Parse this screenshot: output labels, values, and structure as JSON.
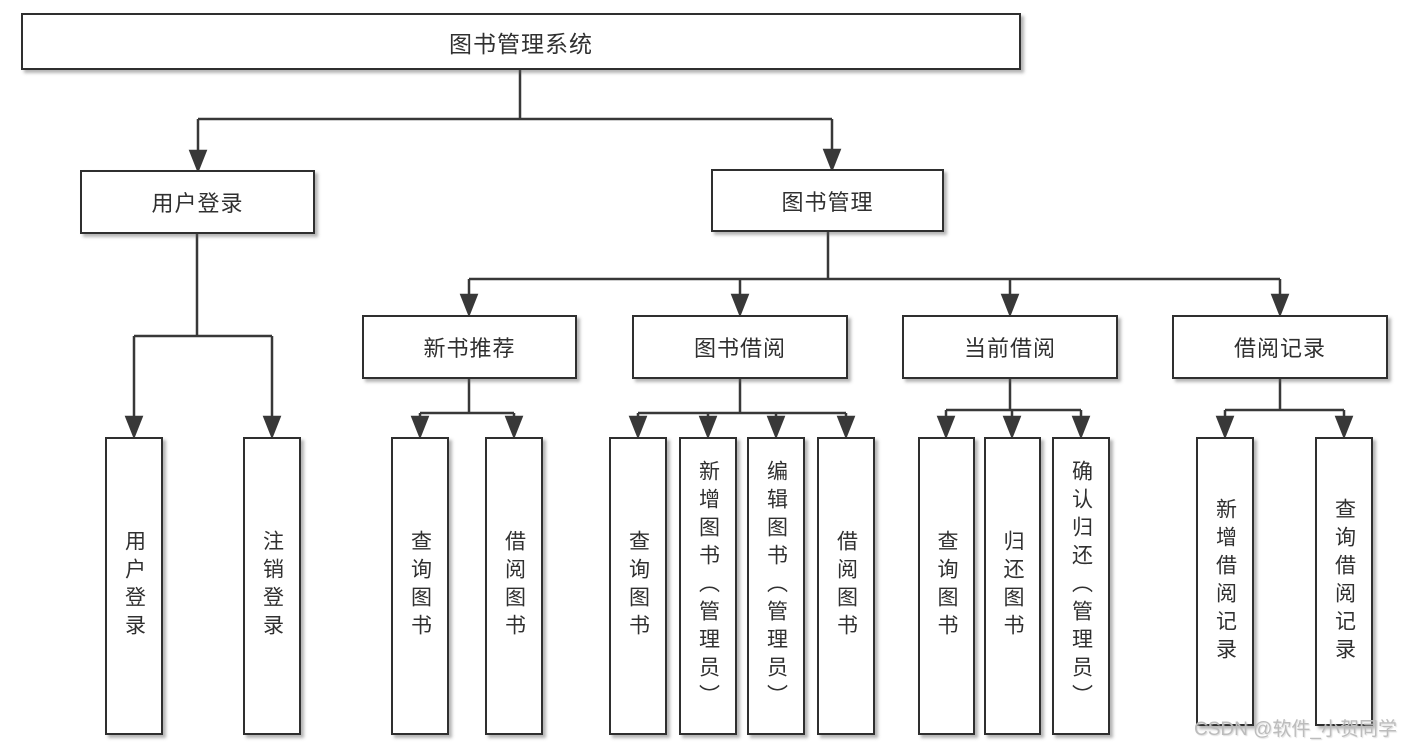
{
  "diagram": {
    "root": {
      "label": "图书管理系统"
    },
    "level2": [
      {
        "id": "user_login",
        "label": "用户登录"
      },
      {
        "id": "book_mgmt",
        "label": "图书管理"
      }
    ],
    "level3": [
      {
        "id": "new_book_rec",
        "label": "新书推荐"
      },
      {
        "id": "book_borrow",
        "label": "图书借阅"
      },
      {
        "id": "current_borrow",
        "label": "当前借阅"
      },
      {
        "id": "borrow_record",
        "label": "借阅记录"
      }
    ],
    "leaves": {
      "user_login": [
        "用户登录",
        "注销登录"
      ],
      "new_book_rec": [
        "查询图书",
        "借阅图书"
      ],
      "book_borrow": [
        "查询图书",
        "新增图书（管理员）",
        "编辑图书（管理员）",
        "借阅图书"
      ],
      "current_borrow": [
        "查询图书",
        "归还图书",
        "确认归还（管理员）"
      ],
      "borrow_record": [
        "新增借阅记录",
        "查询借阅记录"
      ]
    }
  },
  "colors": {
    "line": "#383838",
    "box_border": "#2f2f2f",
    "text": "#303030",
    "watermark": "#bcbcbc",
    "background": "#ffffff"
  },
  "watermark": {
    "text": "CSDN @软件_小贺同学"
  }
}
